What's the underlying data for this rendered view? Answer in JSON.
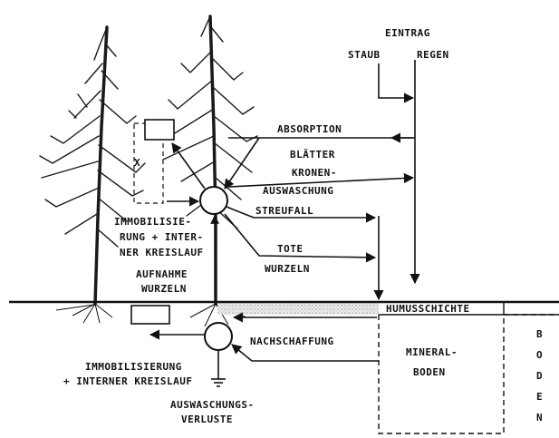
{
  "diagram": {
    "labels": {
      "eintrag": "EINTRAG",
      "staub": "STAUB",
      "regen": "REGEN",
      "absorption": "ABSORPTION",
      "blaetter": "BLÄTTER",
      "kronen": "KRONEN-",
      "auswaschung": "AUSWASCHUNG",
      "streufall": "STREUFALL",
      "tote": "TOTE",
      "wurzeln": "WURZELN",
      "immob_line1": "IMMOBILISIE-",
      "immob_line2": "RUNG + INTER-",
      "immob_line3": "NER KREISLAUF",
      "aufnahme": "AUFNAHME",
      "aufnahme_wurzeln": "WURZELN",
      "x_marker": "X",
      "humusschichte": "HUMUSSCHICHTE",
      "nachschaffung": "NACHSCHAFFUNG",
      "mineral_line1": "MINERAL-",
      "mineral_line2": "BODEN",
      "lower_immob_line1": "IMMOBILISIERUNG",
      "lower_immob_line2": "+ INTERNER KREISLAUF",
      "verluste_line1": "AUSWASCHUNGS-",
      "verluste_line2": "VERLUSTE",
      "boden_letters": [
        "B",
        "O",
        "D",
        "E",
        "N"
      ]
    },
    "colors": {
      "ink": "#111111",
      "humus_fill": "#d8d8d8",
      "background": "#ffffff"
    }
  }
}
